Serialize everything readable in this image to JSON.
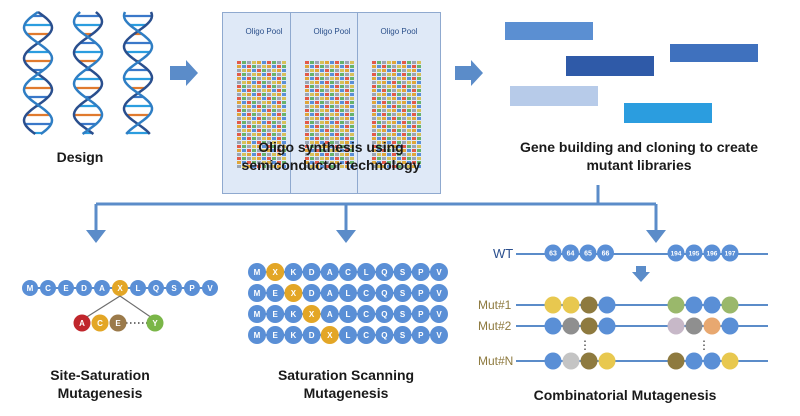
{
  "steps": {
    "design": "Design",
    "oligo_line1": "Oligo synthesis using",
    "oligo_line2": "semiconductor technology",
    "gene_line1": "Gene building and cloning to create",
    "gene_line2": "mutant libraries"
  },
  "pool_label": "Oligo Pool",
  "site_saturation": {
    "title_line1": "Site-Saturation",
    "title_line2": "Mutagenesis",
    "sequence": [
      "M",
      "C",
      "E",
      "D",
      "A",
      "X",
      "L",
      "Q",
      "S",
      "P",
      "V"
    ],
    "variants": [
      "A",
      "C",
      "E",
      "Y"
    ]
  },
  "saturation_scanning": {
    "title_line1": "Saturation Scanning",
    "title_line2": "Mutagenesis",
    "rows": [
      [
        "M",
        "X",
        "K",
        "D",
        "A",
        "C",
        "L",
        "Q",
        "S",
        "P",
        "V"
      ],
      [
        "M",
        "E",
        "X",
        "D",
        "A",
        "L",
        "C",
        "Q",
        "S",
        "P",
        "V"
      ],
      [
        "M",
        "E",
        "K",
        "X",
        "A",
        "L",
        "C",
        "Q",
        "S",
        "P",
        "V"
      ],
      [
        "M",
        "E",
        "K",
        "D",
        "X",
        "L",
        "C",
        "Q",
        "S",
        "P",
        "V"
      ]
    ]
  },
  "combinatorial": {
    "title": "Combinatorial Mutagenesis",
    "wt_label": "WT",
    "positions_left": [
      "63",
      "64",
      "65",
      "66"
    ],
    "positions_right": [
      "194",
      "195",
      "196",
      "197"
    ],
    "mutants": [
      "Mut#1",
      "Mut#2",
      "Mut#N"
    ],
    "ellipsis": "⋮"
  },
  "colors": {
    "arrow": "#5b8cc9",
    "residue": "#5a8fd6",
    "highlight": "#e3a626",
    "line": "#5b8cc9"
  }
}
